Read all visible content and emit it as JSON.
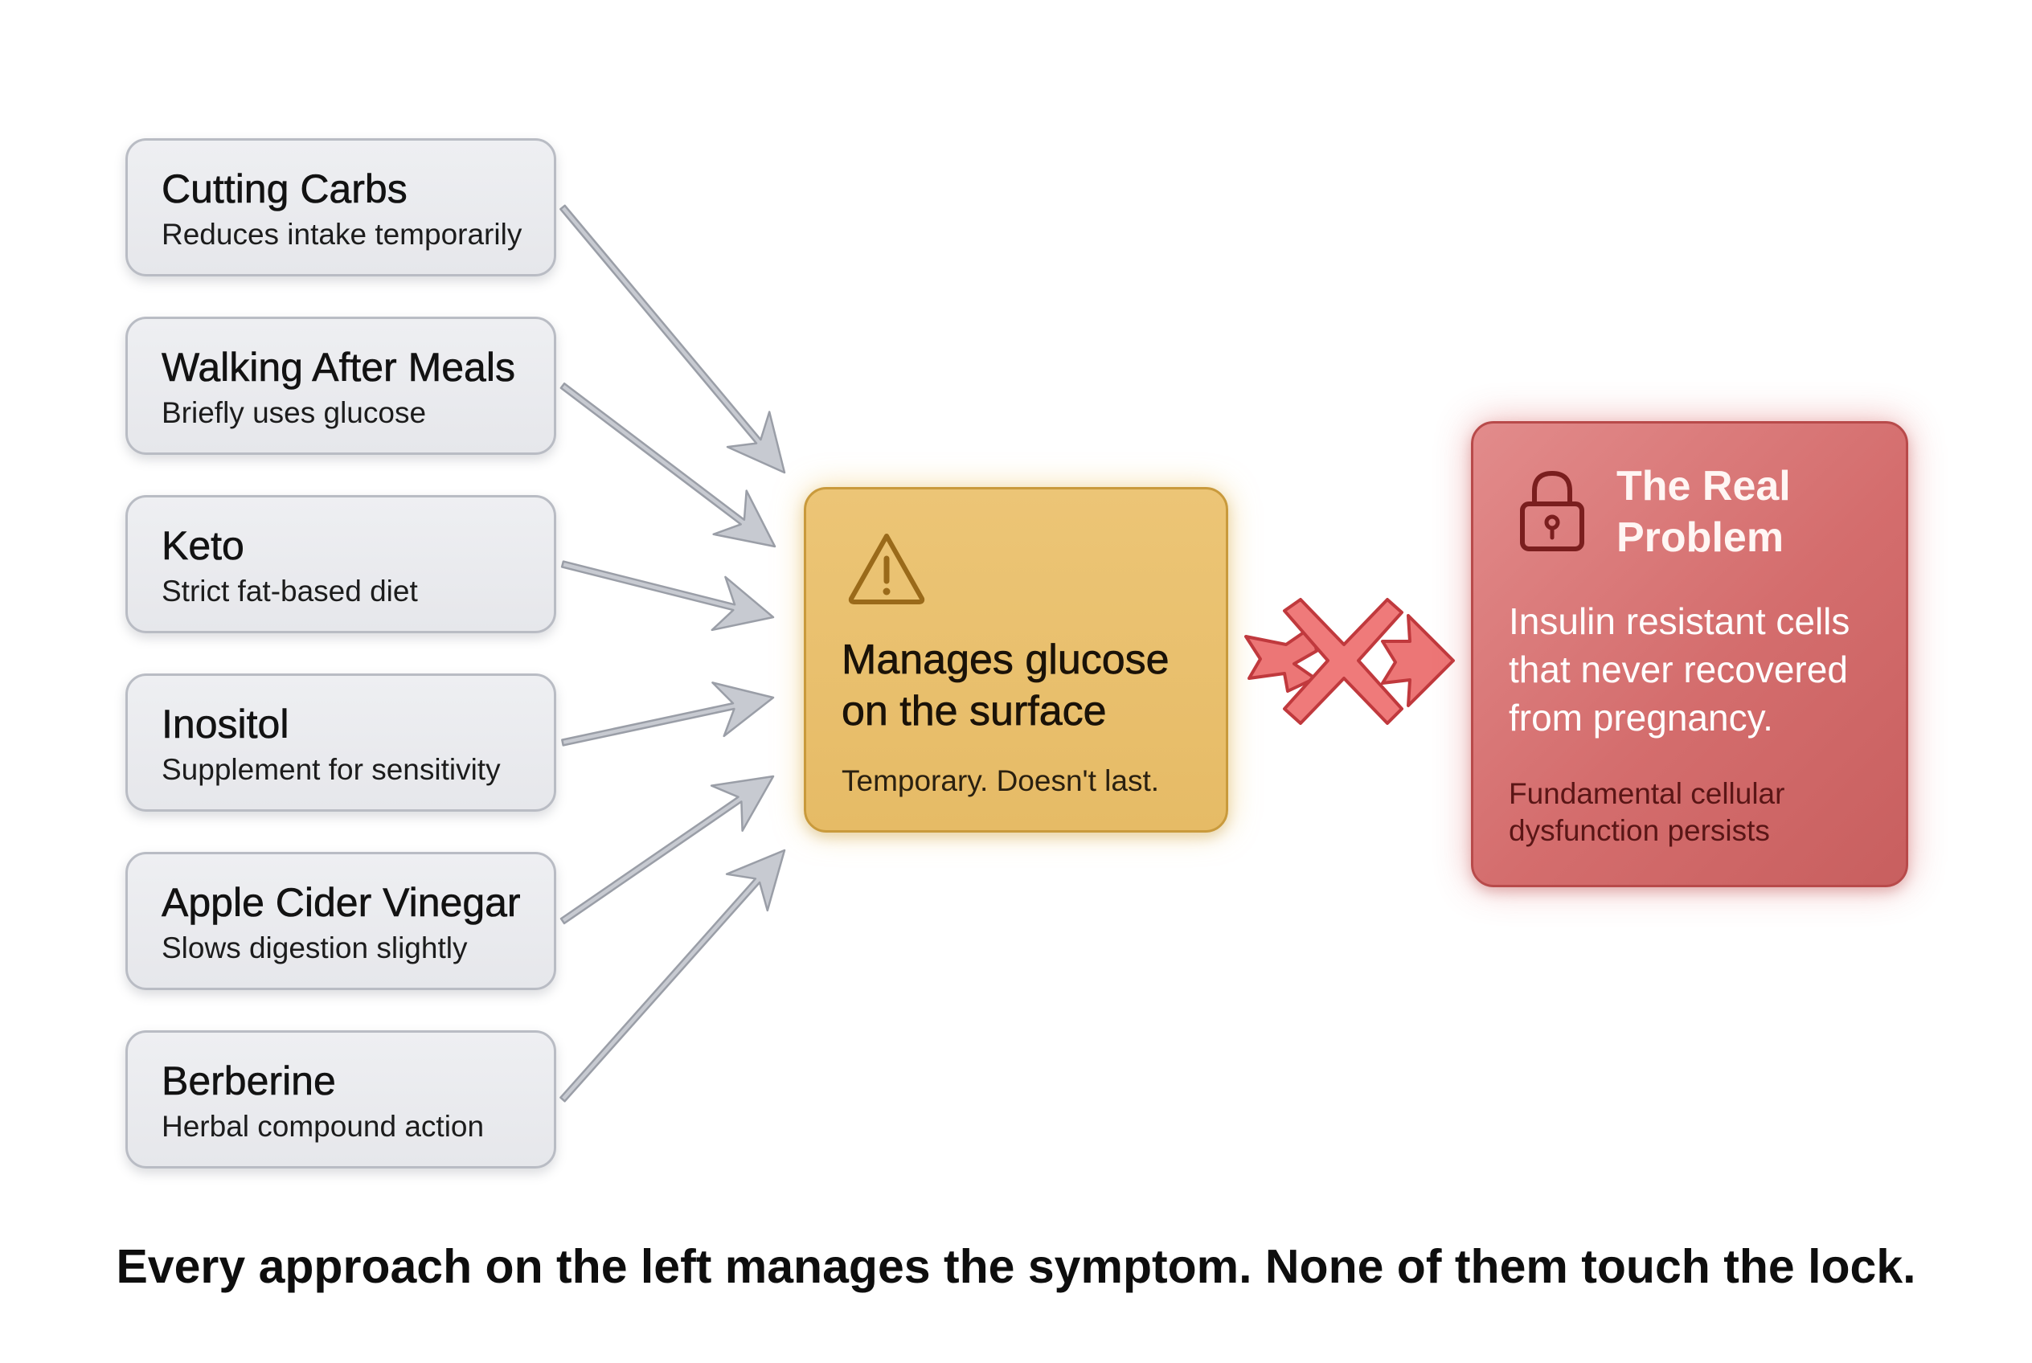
{
  "approaches": [
    {
      "title": "Cutting Carbs",
      "description": "Reduces intake temporarily"
    },
    {
      "title": "Walking After Meals",
      "description": "Briefly uses glucose"
    },
    {
      "title": "Keto",
      "description": "Strict fat-based diet"
    },
    {
      "title": "Inositol",
      "description": "Supplement for sensitivity"
    },
    {
      "title": "Apple Cider Vinegar",
      "description": "Slows digestion slightly"
    },
    {
      "title": "Berberine",
      "description": "Herbal compound action"
    }
  ],
  "symptom": {
    "icon": "warning-icon",
    "title_lines": [
      "Manages glucose",
      "on the surface"
    ],
    "note": "Temporary. Doesn't last."
  },
  "connector": {
    "icon": "blocked-x-icon"
  },
  "problem": {
    "icon": "lock-icon",
    "title_lines": [
      "The Real",
      "Problem"
    ],
    "body_lines": [
      "Insulin resistant cells",
      "that never recovered",
      "from pregnancy."
    ],
    "note_lines": [
      "Fundamental cellular",
      "dysfunction persists"
    ]
  },
  "caption": "Every approach on the left manages the symptom. None of them touch the lock.",
  "colors": {
    "approach_fill": "#e9eaee",
    "approach_border": "#b9bcc4",
    "arrow_fill": "#c7cad1",
    "arrow_stroke": "#9a9ea7",
    "symptom_fill": "#e8be6b",
    "symptom_border": "#c99a3c",
    "problem_fill": "#d67272",
    "problem_border": "#b84a4a",
    "blocked_fill": "#e86c6c",
    "blocked_stroke": "#c0393d"
  }
}
